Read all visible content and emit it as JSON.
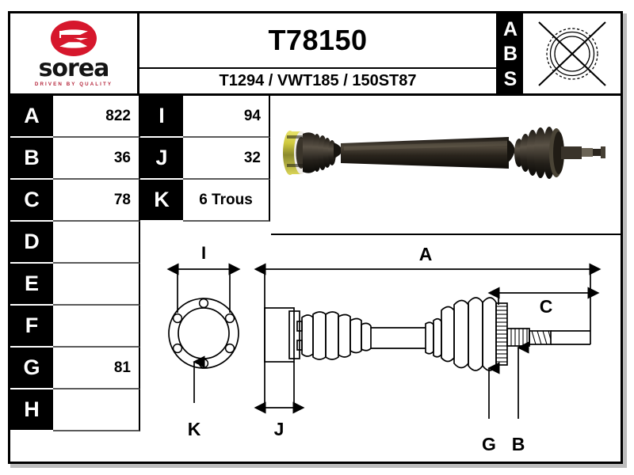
{
  "brand": {
    "name": "sorea",
    "tagline": "DRIVEN BY QUALITY",
    "logo_icon": "sorea-s-roundel-icon",
    "accent_color": "#d6172c",
    "tagline_color": "#b4243a"
  },
  "header": {
    "title": "T78150",
    "subtitle": "T1294 / VWT185 / 150ST87",
    "abs_letters": [
      "A",
      "B",
      "S"
    ],
    "abs_icon": "crossed-out-abs-ring-icon"
  },
  "dimensions_left": [
    {
      "key": "A",
      "value": "822"
    },
    {
      "key": "B",
      "value": "36"
    },
    {
      "key": "C",
      "value": "78"
    },
    {
      "key": "D",
      "value": ""
    },
    {
      "key": "E",
      "value": ""
    },
    {
      "key": "F",
      "value": ""
    },
    {
      "key": "G",
      "value": "81"
    },
    {
      "key": "H",
      "value": ""
    }
  ],
  "dimensions_right": [
    {
      "key": "I",
      "value": "94"
    },
    {
      "key": "J",
      "value": "32"
    },
    {
      "key": "K",
      "value": "6 Trous"
    }
  ],
  "photo": {
    "caption": "",
    "subject": "cv-drive-shaft-photo"
  },
  "drawing": {
    "subject": "cv-drive-shaft-technical-drawing",
    "callouts": [
      {
        "id": "I",
        "label": "I"
      },
      {
        "id": "K",
        "label": "K"
      },
      {
        "id": "J",
        "label": "J"
      },
      {
        "id": "A",
        "label": "A"
      },
      {
        "id": "C",
        "label": "C"
      },
      {
        "id": "G",
        "label": "G"
      },
      {
        "id": "B",
        "label": "B"
      }
    ]
  }
}
